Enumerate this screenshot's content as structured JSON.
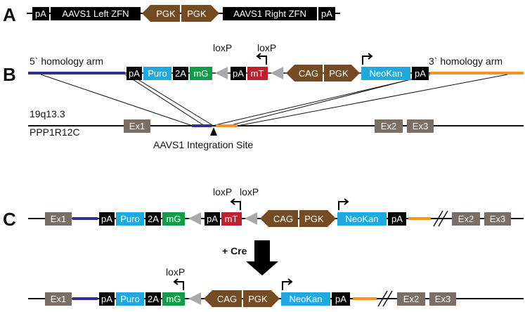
{
  "panels": {
    "a": "A",
    "b": "B",
    "c": "C"
  },
  "elements": {
    "pa": "pA",
    "aavs1_left_zfn": "AAVS1 Left ZFN",
    "aavs1_right_zfn": "AAVS1 Right ZFN",
    "pgk": "PGK",
    "puro": "Puro",
    "twoa": "2A",
    "mg": "mG",
    "mt": "mT",
    "cag": "CAG",
    "neokan": "NeoKan",
    "ex1": "Ex1",
    "ex2": "Ex2",
    "ex3": "Ex3"
  },
  "labels": {
    "loxp": "loxP",
    "homology_5": "5` homology arm",
    "homology_3": "3` homology arm",
    "locus": "19q13.3",
    "gene": "PPP1R12C",
    "integration_site": "AAVS1 Integration Site",
    "cre": "+ Cre"
  },
  "colors": {
    "black_box": "#000000",
    "puro_box": "#1fa9e1",
    "mg_box": "#109d49",
    "mt_box": "#c0202d",
    "neokan_box": "#1fa9e1",
    "promoter_arrow": "#754b24",
    "exon_box": "#7b6e64",
    "loxp_triangle": "#a7a9ac",
    "arm_5": "#2e3192",
    "arm_3": "#f7941d"
  }
}
